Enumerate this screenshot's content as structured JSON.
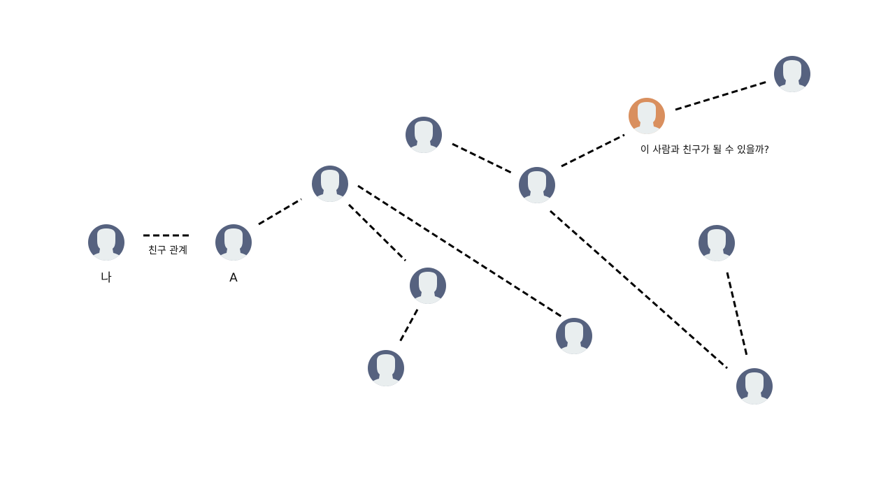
{
  "colors": {
    "person_default": "#56627f",
    "person_highlight": "#d98f5e",
    "silhouette": "#e9eeef"
  },
  "nodes": {
    "me": {
      "label": "나",
      "icon": "person-icon"
    },
    "a": {
      "label": "A",
      "icon": "person-icon"
    },
    "target": {
      "caption": "이 사람과 친구가 될 수 있을까?",
      "icon": "person-icon"
    }
  },
  "legend": {
    "label": "친구 관계"
  }
}
